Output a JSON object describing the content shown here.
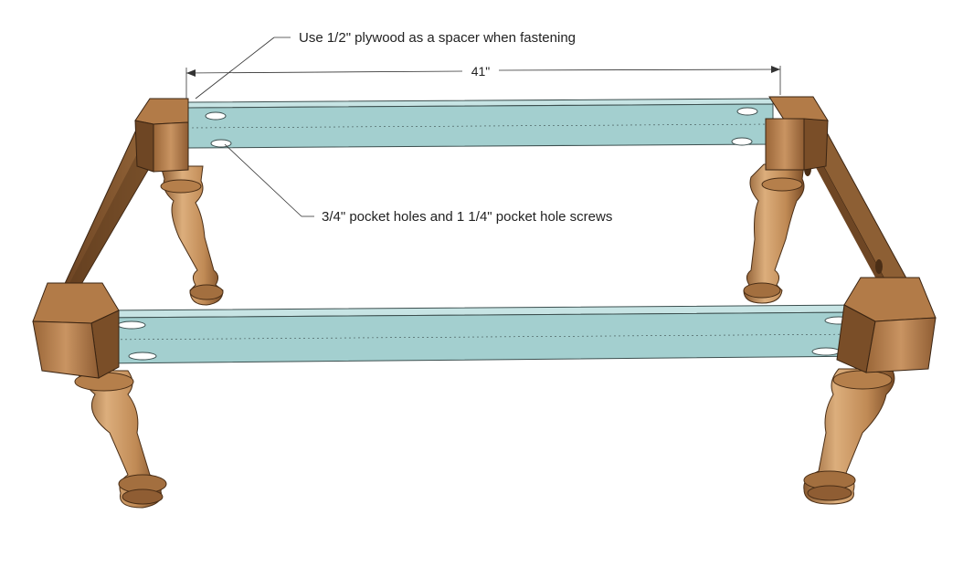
{
  "annotations": {
    "spacer_note": "Use 1/2\" plywood as a spacer when fastening",
    "pocket_note": "3/4\" pocket holes and 1 1/4\" pocket hole screws",
    "dimension": "41\""
  },
  "colors": {
    "apron": "#a3cfcf",
    "apron_edge": "#3c4f4f",
    "wood_light": "#d9a574",
    "wood_mid": "#b9824f",
    "wood_dark": "#6b4322",
    "side_rail": "#7a5230"
  }
}
